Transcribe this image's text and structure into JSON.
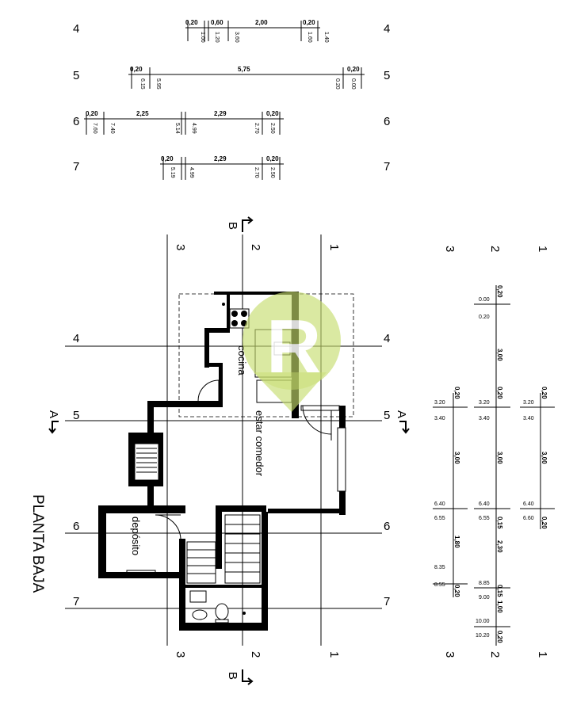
{
  "title": "PLANTA BAJA",
  "rooms": {
    "kitchen": "cocina",
    "living": "estar comedor",
    "storage": "depósito"
  },
  "section_marks": {
    "a": "A",
    "b": "B"
  },
  "grid": {
    "rows": [
      "4",
      "5",
      "6",
      "7"
    ],
    "cols": [
      "3",
      "2",
      "1"
    ],
    "cols_right": [
      "3",
      "2",
      "1"
    ]
  },
  "strips": {
    "s4": {
      "top": [
        "0,20",
        "0,60",
        "2,00",
        "0,20"
      ],
      "bot": [
        "1.00",
        "1.20",
        "3.60",
        "1.60",
        "1.40"
      ]
    },
    "s5": {
      "top": [
        "0,20",
        "5,75",
        "0,20"
      ],
      "bot": [
        "6.15",
        "5.95",
        "0.20",
        "0.00"
      ]
    },
    "s6": {
      "top": [
        "0,20",
        "2,25",
        "2,29",
        "0,20"
      ],
      "bot": [
        "7.60",
        "7.40",
        "5.14",
        "4.99",
        "2.70",
        "2.50"
      ]
    },
    "s7": {
      "top": [
        "0,20",
        "2,29",
        "0,20"
      ],
      "bot": [
        "5.19",
        "4.99",
        "2.70",
        "2.50"
      ]
    }
  },
  "levels": {
    "col3": {
      "vals": [
        "3.20",
        "3.40",
        "6.40",
        "6.55",
        "8.35",
        "8.55"
      ],
      "dims": [
        "0,20",
        "3,00",
        "1,80",
        "0,20"
      ]
    },
    "col2": {
      "vals": [
        "0.00",
        "0.20",
        "3.20",
        "3.40",
        "6.40",
        "6.55",
        "8.85",
        "9.00",
        "10.00",
        "10.20"
      ],
      "dims": [
        "0,20",
        "3,00",
        "0,20",
        "3,00",
        "0,15",
        "2,30",
        "0,15",
        "1,00",
        "0,20"
      ]
    },
    "col1": {
      "vals": [
        "3.20",
        "3.40",
        "6.40",
        "6.60"
      ],
      "dims": [
        "0,20",
        "3,00",
        "0,20"
      ]
    }
  },
  "watermark": {
    "letter": "R",
    "color": "#c6dc6e"
  }
}
